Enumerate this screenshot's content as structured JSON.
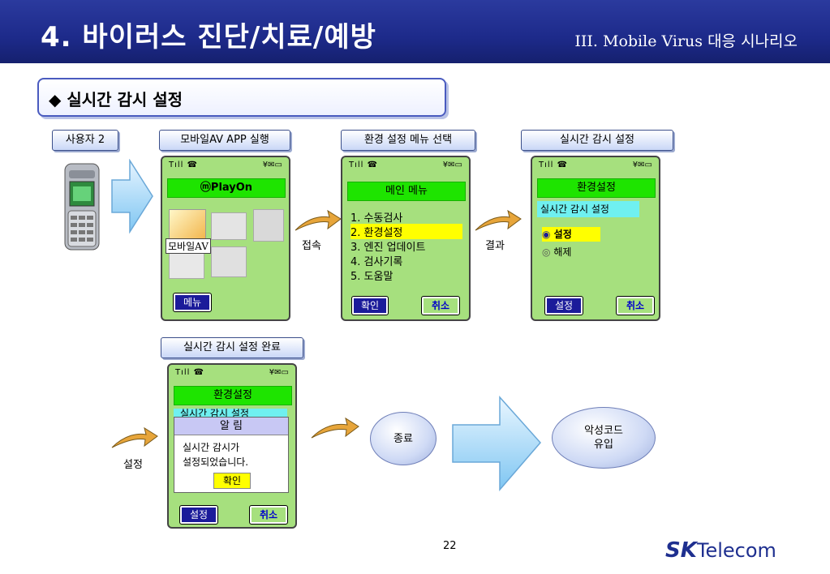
{
  "header": {
    "title": "4. 바이러스 진단/치료/예방",
    "subtitle": "III. Mobile Virus 대응 시나리오"
  },
  "section": {
    "title": "실시간 감시 설정"
  },
  "steps": {
    "user": "사용자 2",
    "launch": "모바일AV APP 실행",
    "menu_select": "환경 설정 메뉴 선택",
    "realtime": "실시간 감시 설정",
    "complete": "실시간 감시 설정 완료"
  },
  "phone_status": {
    "left": "Tıll ☎",
    "right": "¥✉▭"
  },
  "screen1": {
    "title": "ⓜPlayOn",
    "app_label": "모바일AV",
    "menu_btn": "메뉴"
  },
  "screen2": {
    "title": "메인 메뉴",
    "items": [
      "1. 수동검사",
      "2. 환경설정",
      "3. 엔진 업데이트",
      "4. 검사기록",
      "5. 도움말"
    ],
    "ok_btn": "확인",
    "cancel_btn": "취소"
  },
  "screen3": {
    "title": "환경설정",
    "row": "실시간 감시 설정",
    "opt_on": "설정",
    "opt_off": "해제",
    "set_btn": "설정",
    "cancel_btn": "취소"
  },
  "screen4": {
    "title": "환경설정",
    "row": "실시간 감시 설정",
    "alert_title": "알 림",
    "alert_msg1": "실시간 감시가",
    "alert_msg2": "설정되었습니다.",
    "alert_ok": "확인",
    "set_btn": "설정",
    "cancel_btn": "취소"
  },
  "arrows": {
    "connect": "접속",
    "result": "결과",
    "set": "설정"
  },
  "end_oval": "종료",
  "malware_oval": {
    "line1": "악성코드",
    "line2": "유입"
  },
  "footer": {
    "page": "22",
    "logo_sk": "SK",
    "logo_text": "Telecom"
  },
  "colors": {
    "header_bg": "#1d2a8a",
    "screen_bg": "#a6e07e",
    "title_bar": "#1ee400",
    "highlight": "#ffff00",
    "button_bg": "#1b1b9a"
  }
}
